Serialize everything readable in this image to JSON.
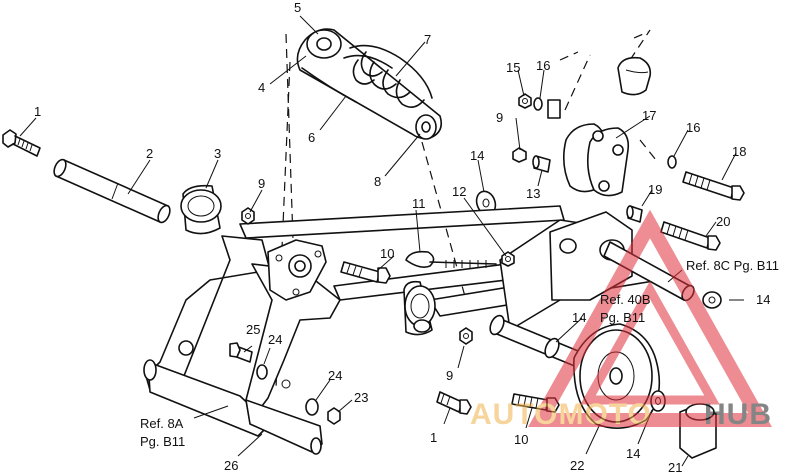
{
  "callouts": [
    {
      "id": "c1a",
      "text": "1"
    },
    {
      "id": "c2",
      "text": "2"
    },
    {
      "id": "c3",
      "text": "3"
    },
    {
      "id": "c4",
      "text": "4"
    },
    {
      "id": "c5",
      "text": "5"
    },
    {
      "id": "c6",
      "text": "6"
    },
    {
      "id": "c7",
      "text": "7"
    },
    {
      "id": "c8",
      "text": "8"
    },
    {
      "id": "c9a",
      "text": "9"
    },
    {
      "id": "c9b",
      "text": "9"
    },
    {
      "id": "c9c",
      "text": "9"
    },
    {
      "id": "c10a",
      "text": "10"
    },
    {
      "id": "c10b",
      "text": "10"
    },
    {
      "id": "c11",
      "text": "11"
    },
    {
      "id": "c12",
      "text": "12"
    },
    {
      "id": "c13",
      "text": "13"
    },
    {
      "id": "c14a",
      "text": "14"
    },
    {
      "id": "c14b",
      "text": "14"
    },
    {
      "id": "c14c",
      "text": "14"
    },
    {
      "id": "c14d",
      "text": "14"
    },
    {
      "id": "c15",
      "text": "15"
    },
    {
      "id": "c16a",
      "text": "16"
    },
    {
      "id": "c16b",
      "text": "16"
    },
    {
      "id": "c17",
      "text": "17"
    },
    {
      "id": "c18",
      "text": "18"
    },
    {
      "id": "c19",
      "text": "19"
    },
    {
      "id": "c20",
      "text": "20"
    },
    {
      "id": "c21",
      "text": "21"
    },
    {
      "id": "c22",
      "text": "22"
    },
    {
      "id": "c23",
      "text": "23"
    },
    {
      "id": "c24a",
      "text": "24"
    },
    {
      "id": "c24b",
      "text": "24"
    },
    {
      "id": "c25",
      "text": "25"
    },
    {
      "id": "c26",
      "text": "26"
    },
    {
      "id": "c1b",
      "text": "1"
    }
  ],
  "refs": {
    "ref8a_line1": "Ref. 8A",
    "ref8a_line2": "Pg. B11",
    "ref8c": "Ref. 8C Pg. B11",
    "ref40b_line1": "Ref. 40B",
    "ref40b_line2": "Pg. B11"
  },
  "watermark": {
    "brand": "AUTOMOTOHUB",
    "part1": "AUTOMOTO",
    "part2": "HUB",
    "color_primary": "#e0303a",
    "color_secondary": "#f2b24a"
  }
}
